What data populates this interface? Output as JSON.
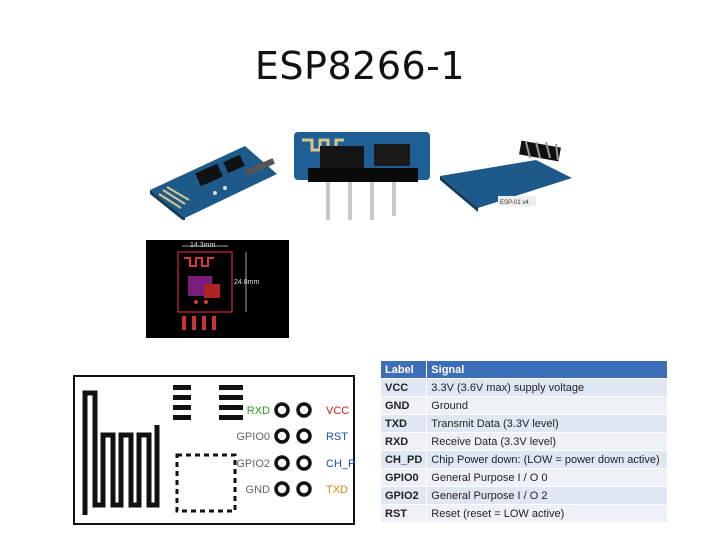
{
  "slide": {
    "title": "ESP8266-1"
  },
  "pcb_dims": {
    "width": "14.3mm",
    "height": "24.8mm"
  },
  "pinout": {
    "left_pins": [
      "RXD",
      "GPIO0",
      "GPIO2",
      "GND"
    ],
    "right_pins": [
      "VCC",
      "RST",
      "CH_PD",
      "TXD"
    ],
    "colors": {
      "rxd": "#2a9d2a",
      "vcc": "#cc2222",
      "rst": "#1e4fb8",
      "ch_pd": "#1e4fb8",
      "txd": "#d88a10",
      "gray": "#666666"
    }
  },
  "photo3_label": "ESP-01 v4",
  "table": {
    "headers": [
      "Label",
      "Signal"
    ],
    "rows": [
      [
        "VCC",
        "3.3V (3.6V max) supply voltage"
      ],
      [
        "GND",
        "Ground"
      ],
      [
        "TXD",
        "Transmit Data (3.3V level)"
      ],
      [
        "RXD",
        "Receive Data (3.3V level)"
      ],
      [
        "CH_PD",
        "Chip Power down: (LOW = power down active)"
      ],
      [
        "GPIO0",
        "General Purpose I / O 0"
      ],
      [
        "GPIO2",
        "General Purpose I / O 2"
      ],
      [
        "RST",
        "Reset (reset = LOW active)"
      ]
    ],
    "header_color": "#3d6fb8"
  }
}
